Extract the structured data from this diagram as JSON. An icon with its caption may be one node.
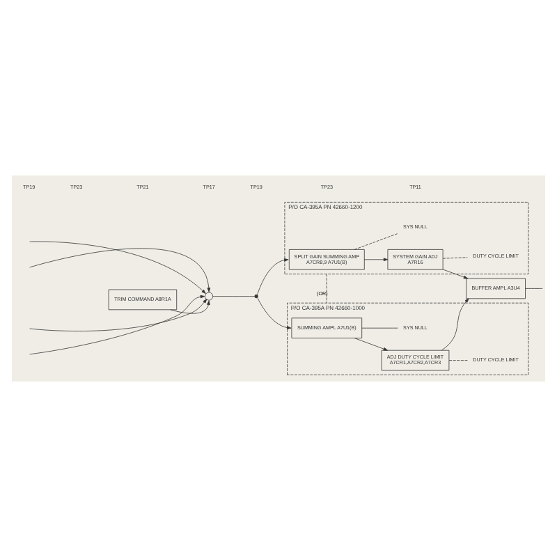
{
  "diagram": {
    "nodes": [
      {
        "text": [
          "P/O CA-395A PN 42660-1200"
        ]
      },
      {
        "text": [
          "SPLIT GAIN SUMMING AMP",
          "A7CR8,9 A7U1(B)"
        ],
        "in": 0
      },
      {
        "text": [
          "SYSTEM GAIN ADJ",
          "A7R16"
        ],
        "in": 0
      },
      {
        "text": [
          "SYS NULL"
        ],
        "in": 0
      },
      {
        "text": [
          "DUTY CYCLE LIMIT"
        ],
        "in": 0
      },
      {
        "text": [
          "P/O CA-395A PN 42660-1000"
        ]
      },
      {
        "text": [
          "SUMMING AMPL A7U1(B)"
        ],
        "in": 5
      },
      {
        "text": [
          "ADJ DUTY CYCLE LIMIT",
          "A7CR1,A7CR2,A7CR3"
        ],
        "in": 5
      },
      {
        "text": [
          "SYS NULL"
        ],
        "in": 5
      },
      {
        "text": [
          "DUTY CYCLE LIMIT"
        ],
        "in": 5
      },
      {
        "text": [
          "BUFFER AMPL A3U4"
        ]
      },
      {
        "text": [],
        "shape": "circle"
      },
      {
        "text": [
          "TRIM COMMAND A8R1A"
        ]
      },
      {
        "text": [],
        "shape": "dot"
      }
    ],
    "edges": [
      {
        "from": null,
        "to": 11,
        "arrow": "to"
      },
      {
        "from": null,
        "to": 11,
        "arrow": "to"
      },
      {
        "from": null,
        "to": 11,
        "arrow": "to"
      },
      {
        "from": null,
        "to": 11,
        "arrow": "to"
      },
      {
        "from": 12,
        "to": 11,
        "arrow": "to"
      },
      {
        "from": 11,
        "to": 13,
        "arrow": "none"
      },
      {
        "from": 13,
        "to": 1,
        "arrow": "to"
      },
      {
        "from": 13,
        "to": 6,
        "arrow": "to"
      },
      {
        "from": 1,
        "to": 2,
        "arrow": "to"
      },
      {
        "from": 6,
        "to": 7,
        "arrow": "to"
      },
      {
        "from": 2,
        "to": 10,
        "arrow": "to"
      },
      {
        "from": 7,
        "to": 10,
        "arrow": "to"
      },
      {
        "from": 10,
        "to": null,
        "arrow": "none"
      },
      {
        "from": 1,
        "to": 3,
        "arrow": "none",
        "style": "dashed"
      },
      {
        "from": 2,
        "to": 4,
        "arrow": "none",
        "style": "dashed"
      },
      {
        "from": 6,
        "to": 8,
        "arrow": "none"
      },
      {
        "from": 7,
        "to": 9,
        "arrow": "none",
        "style": "dashed"
      },
      {
        "from": 0,
        "to": 5,
        "arrow": "none",
        "style": "dashed",
        "label": "(OR)"
      }
    ],
    "labels": [
      "TP19",
      "TP23",
      "TP21",
      "TP17",
      "TP19",
      "TP23",
      "TP11"
    ]
  }
}
